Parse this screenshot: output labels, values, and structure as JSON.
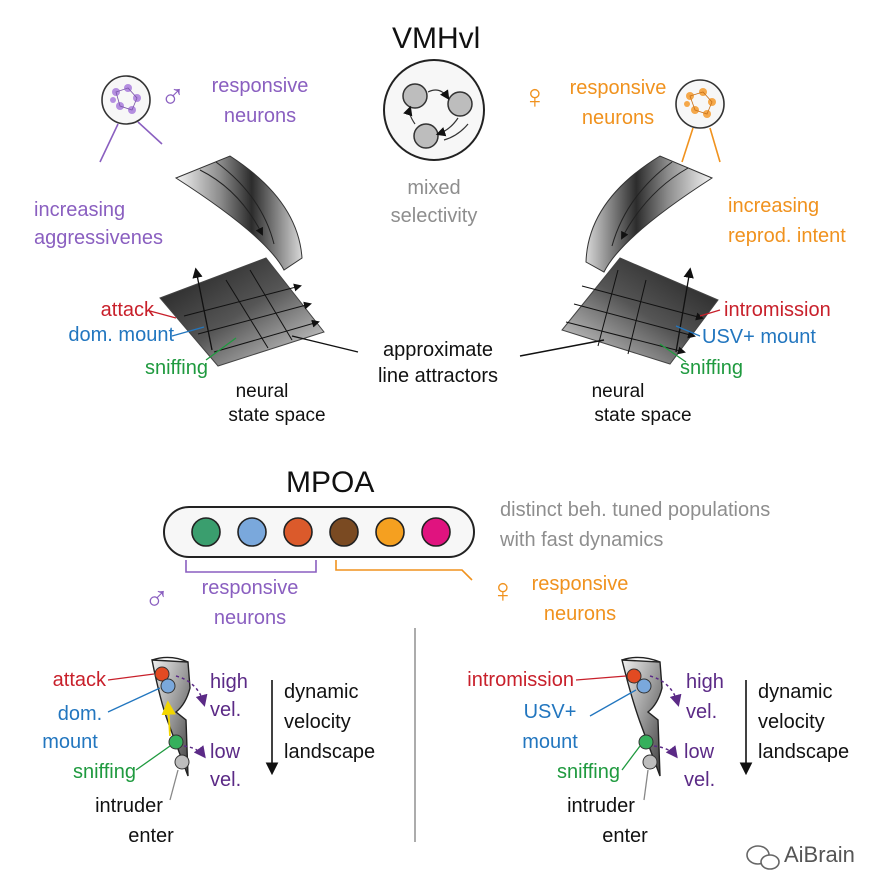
{
  "top": {
    "title": "VMHvl",
    "mixed": [
      "mixed",
      "selectivity"
    ],
    "male": {
      "symbol": "♂",
      "responsive": [
        "responsive",
        "neurons"
      ],
      "increasing": [
        "increasing",
        "aggressivenes"
      ],
      "behaviors": [
        "attack",
        "dom. mount",
        "sniffing"
      ],
      "state_space": [
        "neural",
        "state space"
      ]
    },
    "female": {
      "symbol": "♀",
      "responsive": [
        "responsive",
        "neurons"
      ],
      "increasing": [
        "increasing",
        "reprod. intent"
      ],
      "behaviors": [
        "intromission",
        "USV+ mount",
        "sniffing"
      ],
      "state_space": [
        "neural",
        "state space"
      ]
    },
    "attractors": [
      "approximate",
      "line attractors"
    ]
  },
  "bottom": {
    "title": "MPOA",
    "populations_note": [
      "distinct beh. tuned populations",
      "with fast dynamics"
    ],
    "population_colors": [
      "#3a9e6e",
      "#7aa8dc",
      "#db5a2b",
      "#7a4a22",
      "#f5a020",
      "#e0137f"
    ],
    "male_responsive": [
      "responsive",
      "neurons"
    ],
    "female_responsive": [
      "responsive",
      "neurons"
    ],
    "male_panel": {
      "attack": "attack",
      "mount": [
        "dom.",
        "mount"
      ],
      "sniffing": "sniffing",
      "intruder": [
        "intruder",
        "enter"
      ],
      "high_vel": [
        "high",
        "vel."
      ],
      "low_vel": [
        "low",
        "vel."
      ],
      "landscape": [
        "dynamic",
        "velocity",
        "landscape"
      ]
    },
    "female_panel": {
      "intromission": "intromission",
      "mount": [
        "USV+",
        "mount"
      ],
      "sniffing": "sniffing",
      "intruder": [
        "intruder",
        "enter"
      ],
      "high_vel": [
        "high",
        "vel."
      ],
      "low_vel": [
        "low",
        "vel."
      ],
      "landscape": [
        "dynamic",
        "velocity",
        "landscape"
      ]
    }
  },
  "colors": {
    "male": "#8a5fc0",
    "female": "#f0921e",
    "attack": "#c8202b",
    "mount": "#2276bf",
    "sniffing": "#1f9a3f",
    "velocity": "#5b2a86"
  },
  "watermark": "AiBrain"
}
